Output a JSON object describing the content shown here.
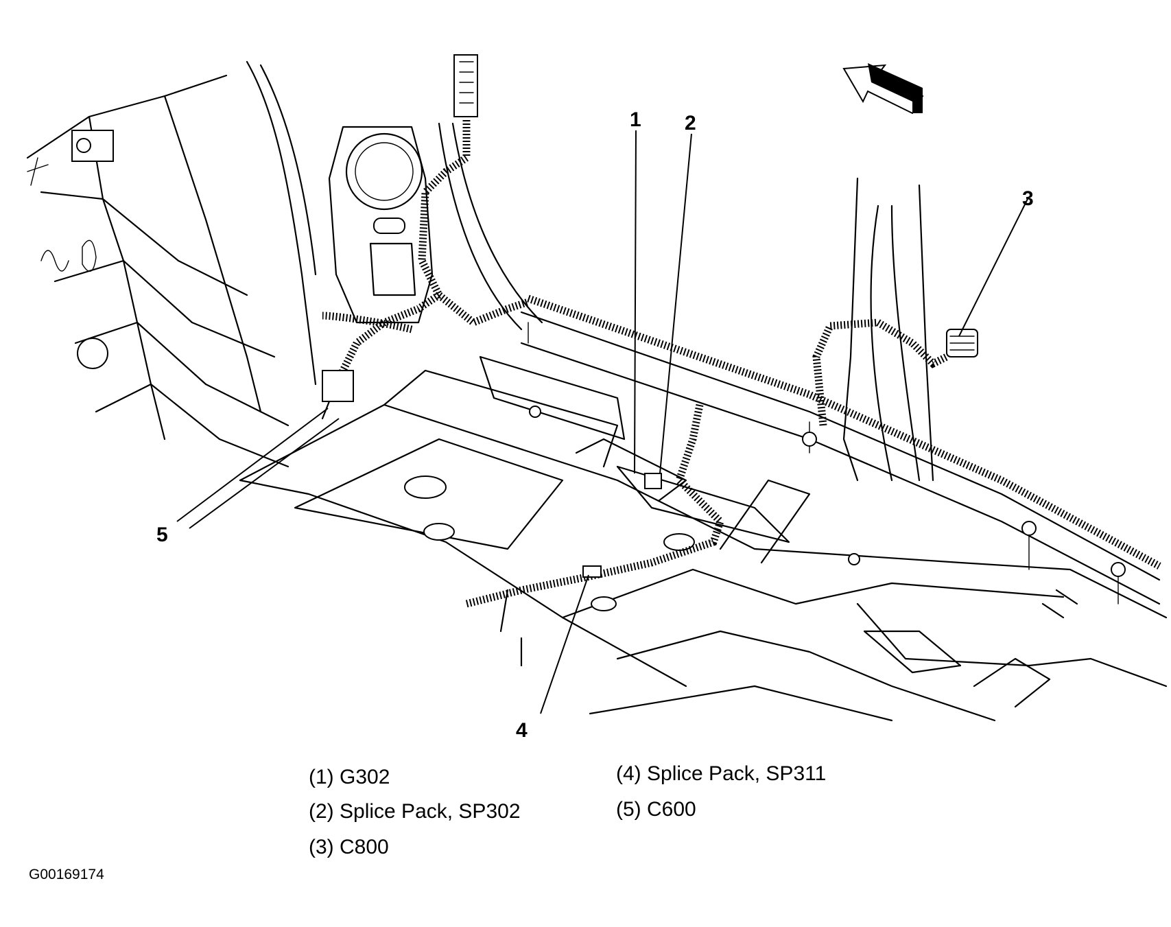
{
  "callouts": [
    {
      "id": "1",
      "label": "1"
    },
    {
      "id": "2",
      "label": "2"
    },
    {
      "id": "3",
      "label": "3"
    },
    {
      "id": "4",
      "label": "4"
    },
    {
      "id": "5",
      "label": "5"
    }
  ],
  "legend": [
    {
      "num": "(1)",
      "text": "G302"
    },
    {
      "num": "(2)",
      "text": "Splice Pack, SP302"
    },
    {
      "num": "(3)",
      "text": "C800"
    },
    {
      "num": "(4)",
      "text": "Splice Pack, SP311"
    },
    {
      "num": "(5)",
      "text": "C600"
    }
  ],
  "figure_id": "G00169174",
  "icons": [
    "forward-arrow-icon"
  ],
  "colors": {
    "line": "#000000",
    "background": "#ffffff"
  }
}
